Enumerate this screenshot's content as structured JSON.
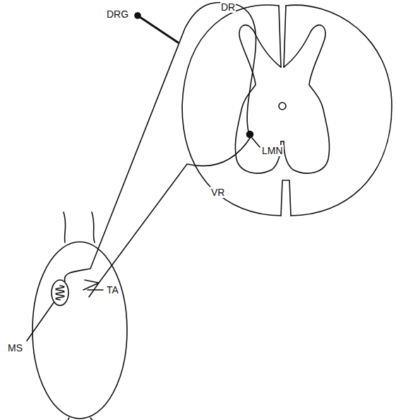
{
  "diagram": {
    "labels": [
      "DR",
      "DRG",
      "LMN",
      "VR",
      "TA",
      "MS"
    ]
  }
}
